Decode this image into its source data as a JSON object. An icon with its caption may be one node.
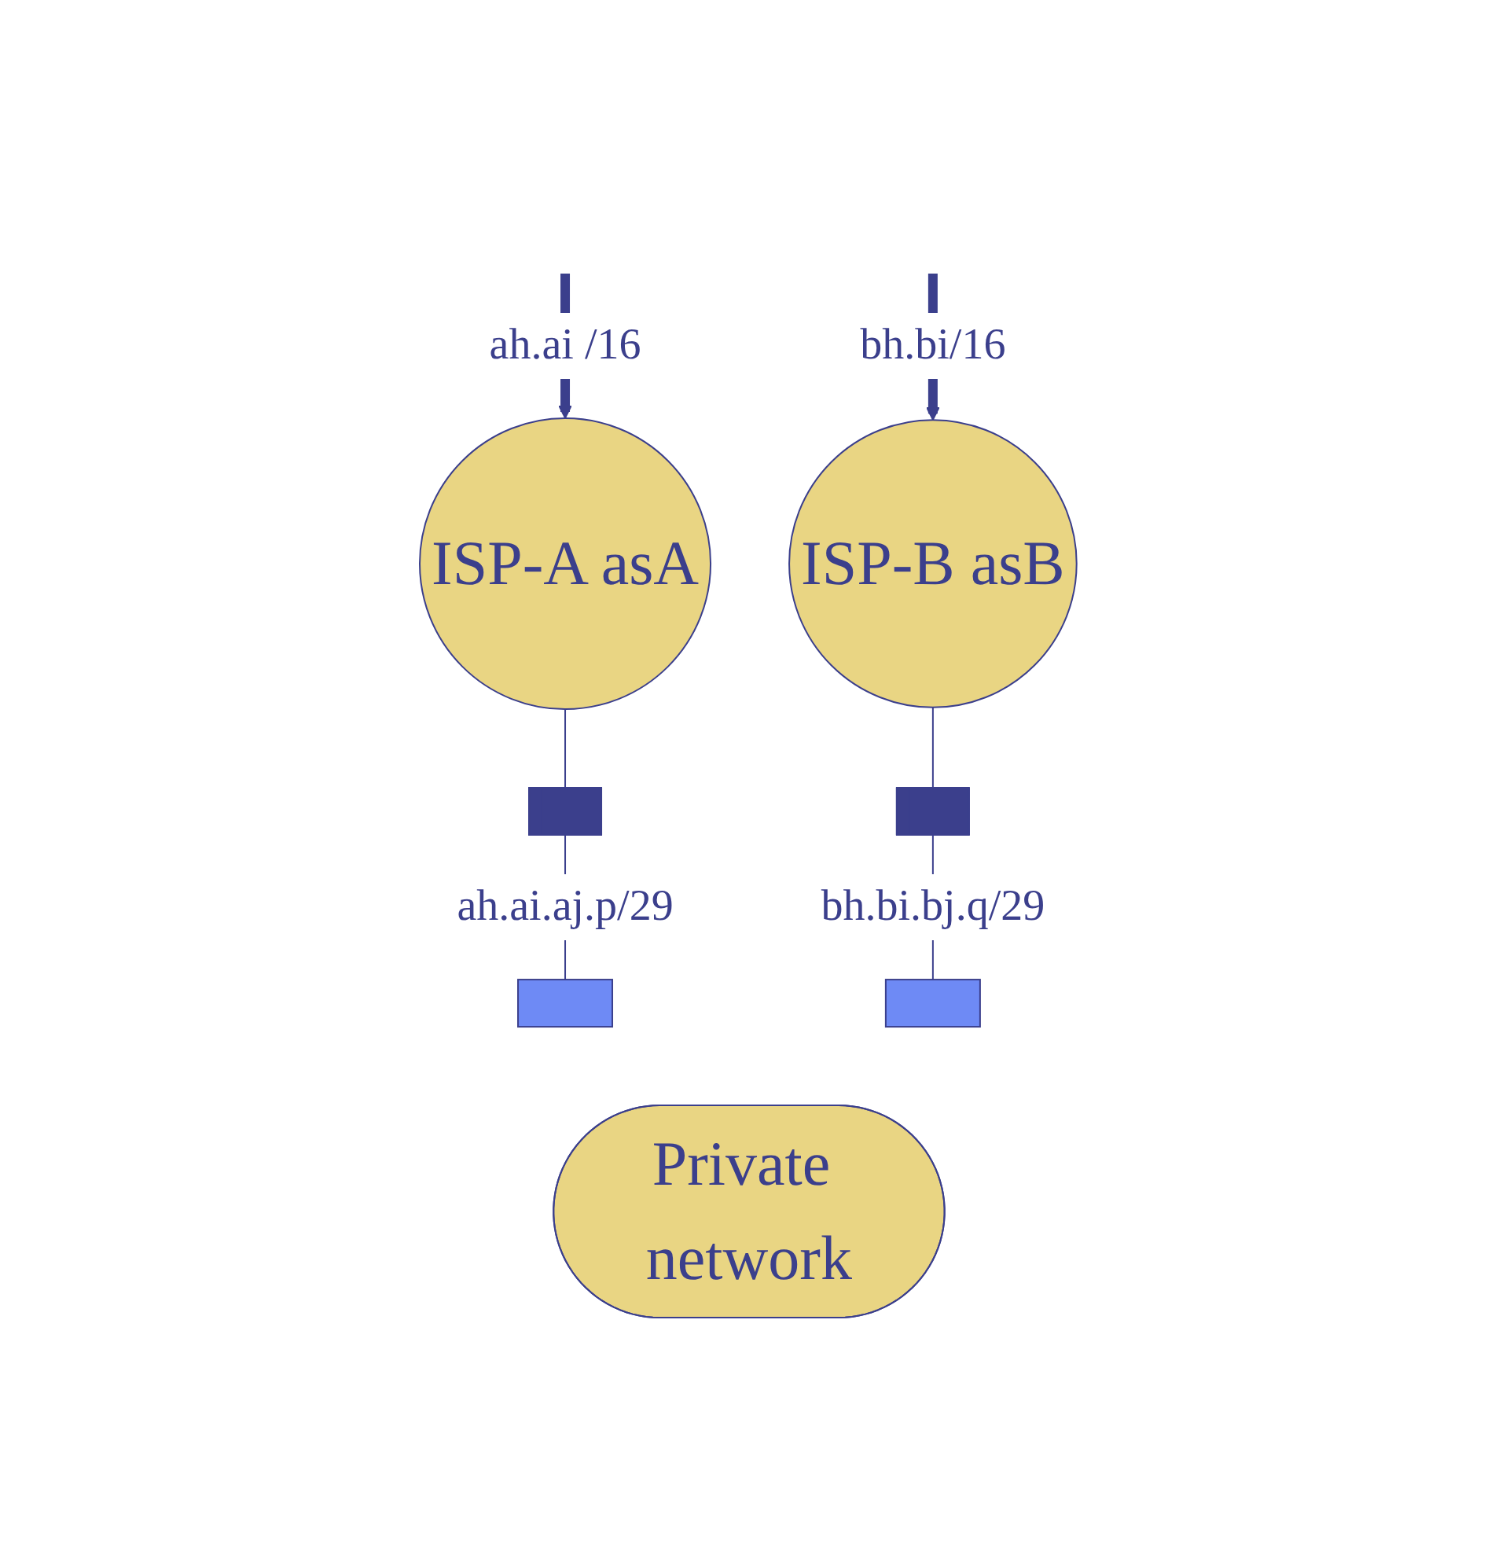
{
  "diagram": {
    "nodes": [
      {
        "text": [
          "ISP-A asA"
        ]
      },
      {
        "text": [
          "ISP-B asB"
        ]
      },
      {
        "text": [],
        "shape": "bar"
      },
      {
        "text": [],
        "shape": "bar"
      },
      {
        "text": [],
        "shape": "box"
      },
      {
        "text": [],
        "shape": "box"
      },
      {
        "text": [
          "Private network"
        ]
      }
    ],
    "edges": [
      {
        "from": null,
        "to": 0,
        "arrow": "to",
        "label": "ah.ai /16",
        "style": "thick"
      },
      {
        "from": null,
        "to": 1,
        "arrow": "to",
        "label": "bh.bi/16",
        "style": "thick"
      },
      {
        "from": 0,
        "to": 2,
        "arrow": "none"
      },
      {
        "from": 2,
        "to": 4,
        "arrow": "none",
        "label": "ah.ai.aj.p/29"
      },
      {
        "from": 1,
        "to": 3,
        "arrow": "none"
      },
      {
        "from": 3,
        "to": 5,
        "arrow": "none",
        "label": "bh.bi.bj.q/29"
      }
    ]
  }
}
